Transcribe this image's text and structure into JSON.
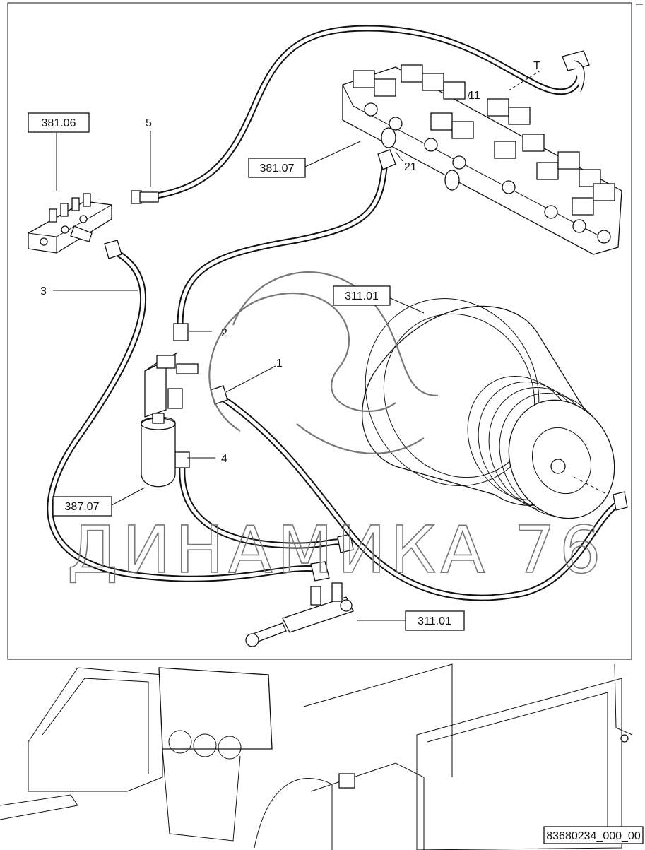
{
  "callouts": {
    "ref_38106": "381.06",
    "ref_38107": "381.07",
    "ref_31101_top": "311.01",
    "ref_38707": "387.07",
    "ref_31101_bottom": "311.01"
  },
  "item_labels": {
    "hose_1": "1",
    "hose_2": "2",
    "hose_3": "3",
    "hose_4": "4",
    "hose_5": "5",
    "port_11": "11",
    "port_21": "21",
    "port_T": "T"
  },
  "watermark": "ДИНАМИКА 76",
  "drawing_number": "83680234_000_00",
  "colors": {
    "line": "#111111",
    "watermark": "#777777",
    "background": "#ffffff"
  }
}
